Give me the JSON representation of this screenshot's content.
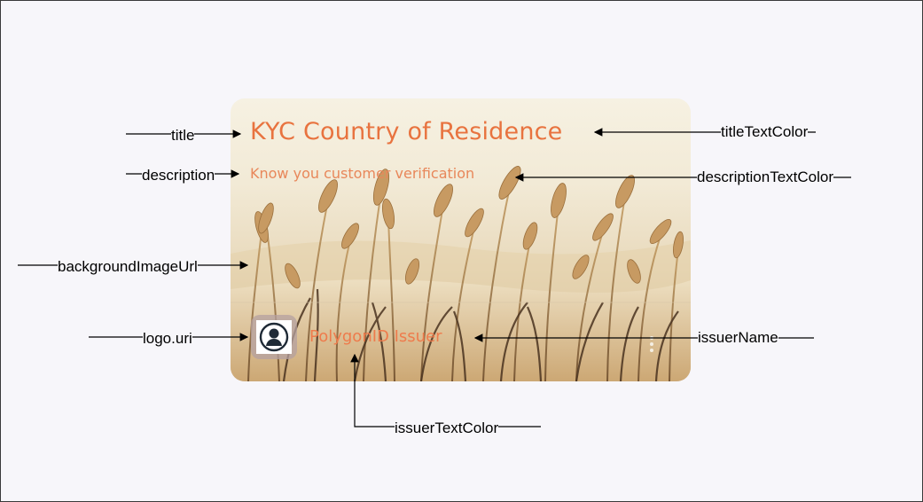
{
  "card": {
    "title": "KYC Country of Residence",
    "description": "Know you customer verification",
    "issuer_name": "PolygonID Issuer",
    "logo_icon": "user-avatar-icon",
    "colors": {
      "title": "#e8733f",
      "description": "#e8875a",
      "issuer": "#ee7b4c"
    }
  },
  "annotations": {
    "title": "title",
    "description": "description",
    "background_image_url": "backgroundImageUrl",
    "logo_uri": "logo.uri",
    "title_text_color": "titleTextColor",
    "description_text_color": "descriptionTextColor",
    "issuer_name": "issuerName",
    "issuer_text_color": "issuerTextColor"
  }
}
